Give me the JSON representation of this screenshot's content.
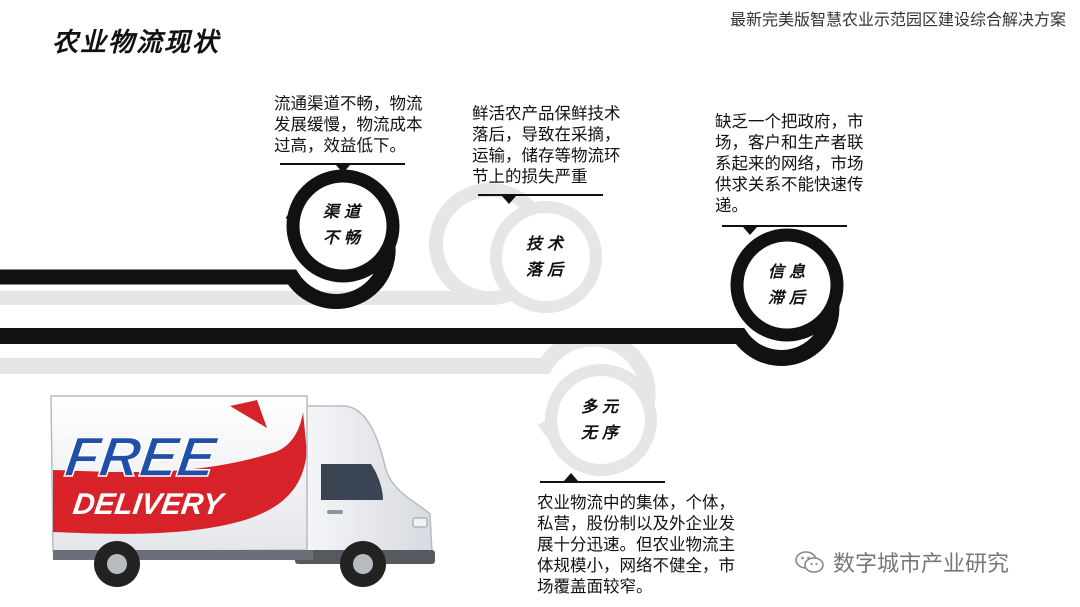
{
  "header": {
    "top_title": "最新完美版智慧农业示范园区建设综合解决方案",
    "page_title": "农业物流现状"
  },
  "points": [
    {
      "circle": [
        "渠道",
        "不畅"
      ],
      "description": [
        "流通渠道不畅，物流",
        "发展缓慢，物流成本",
        "过高，效益低下。"
      ]
    },
    {
      "circle": [
        "技术",
        "落后"
      ],
      "description": [
        "鲜活农产品保鲜技术",
        "落后，导致在采摘，",
        "运输，储存等物流环",
        "节上的损失严重"
      ]
    },
    {
      "circle": [
        "信息",
        "滞后"
      ],
      "description": [
        "缺乏一个把政府，市",
        "场，客户和生产者联",
        "系起来的网络，市场",
        "供求关系不能快速传",
        "递。"
      ]
    },
    {
      "circle": [
        "多元",
        "无序"
      ],
      "description": [
        "农业物流中的集体，个体，",
        "私营，股份制以及外企业发",
        "展十分迅速。但农业物流主",
        "体规模小，网络不健全，市",
        "场覆盖面较窄。"
      ]
    }
  ],
  "truck": {
    "line1": "FREE",
    "line2": "DELIVERY"
  },
  "watermark": {
    "text": "数字城市产业研究",
    "icon": "wechat-icon"
  },
  "colors": {
    "dark_line": "#111111",
    "light_line": "#e6e6e6",
    "truck_red": "#d8222a",
    "truck_blue": "#1f4fa8"
  }
}
